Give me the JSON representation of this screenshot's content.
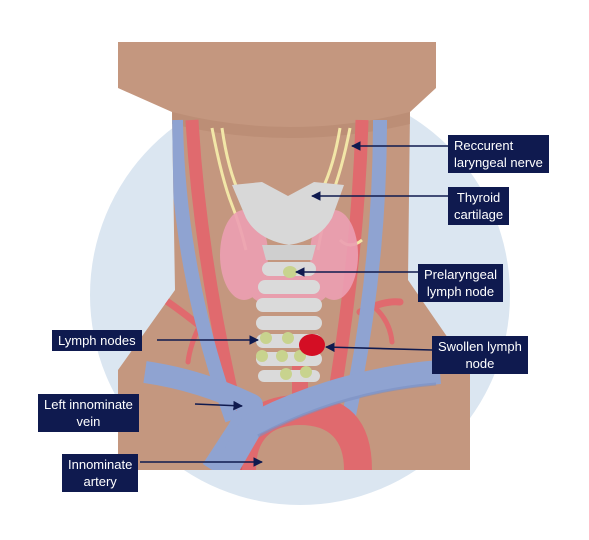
{
  "colors": {
    "background_circle": "#dbe6f1",
    "skin": "#c4977f",
    "skin_shadow": "#b88970",
    "artery": "#e06a6e",
    "artery_dark": "#c94e55",
    "vein": "#8fa3d1",
    "vein_dark": "#7b90c2",
    "nerve": "#f2e6a7",
    "cartilage": "#d8d8d8",
    "thyroid_gland": "#ec9fb3",
    "lymph_node": "#c8d38e",
    "swollen_node": "#d40e24",
    "label_bg": "#0f1a4f",
    "label_text": "#ffffff",
    "leader": "#0f1a4f"
  },
  "labels": {
    "recurrent_nerve": {
      "line1": "Reccurent",
      "line2": "laryngeal nerve"
    },
    "thyroid_cartilage": {
      "line1": "Thyroid",
      "line2": "cartilage"
    },
    "prelaryngeal_node": {
      "line1": "Prelaryngeal",
      "line2": "lymph node"
    },
    "lymph_nodes": {
      "line1": "Lymph nodes"
    },
    "swollen_node": {
      "line1": "Swollen lymph",
      "line2": "node"
    },
    "innominate_vein": {
      "line1": "Left innominate",
      "line2": "vein"
    },
    "innominate_artery": {
      "line1": "Innominate",
      "line2": "artery"
    }
  }
}
